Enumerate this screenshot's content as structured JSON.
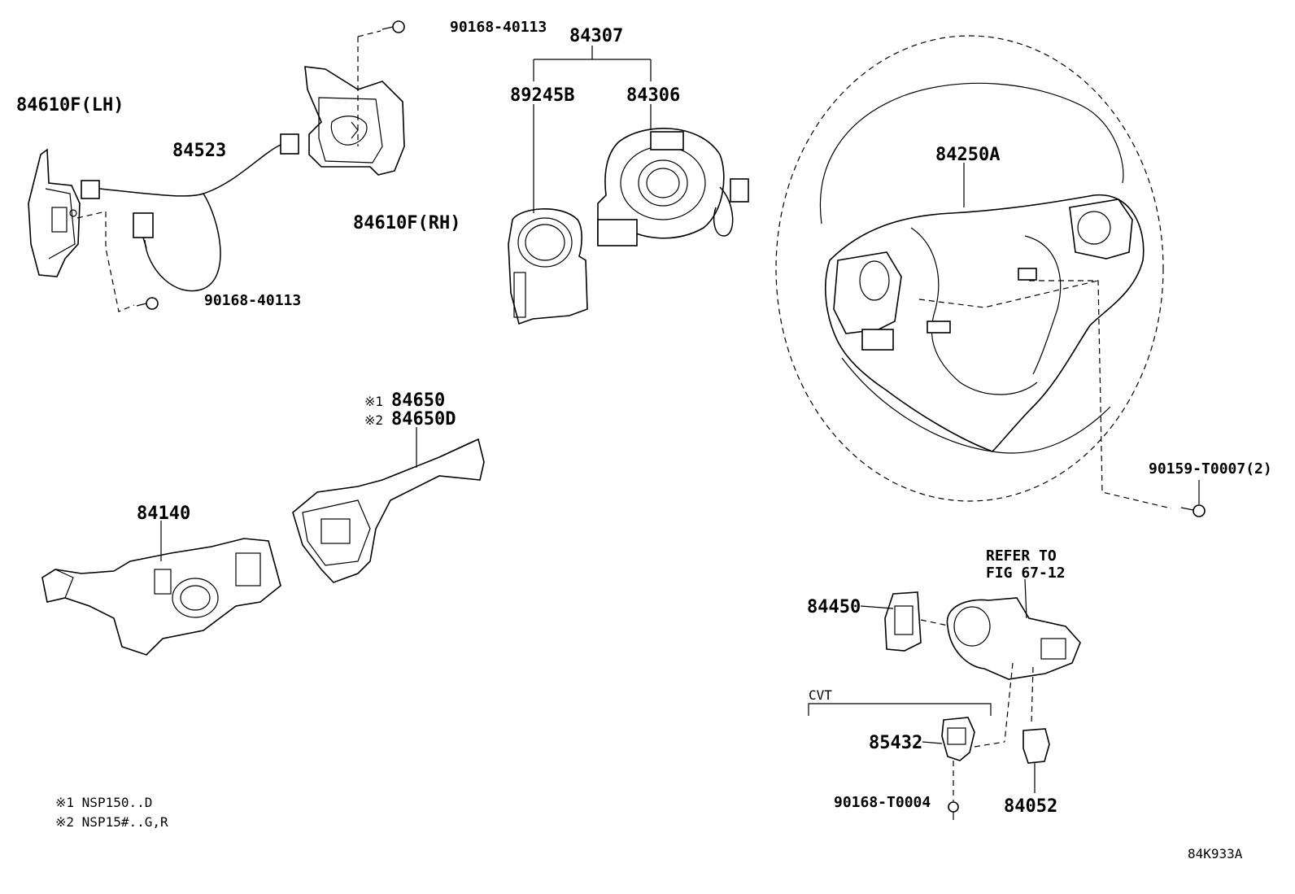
{
  "labels": {
    "lh_switch": "84610F(LH)",
    "rh_switch": "84610F(RH)",
    "wire_harness": "84523",
    "screw_top": "90168-40113",
    "screw_bottom": "90168-40113",
    "spiral_assy": "84307",
    "sensor": "89245B",
    "spiral_cable": "84306",
    "steering_pad": "84250A",
    "bolt_wheel": "90159-T0007(2)",
    "wiper_switch_1": "84650",
    "wiper_switch_2": "84650D",
    "combination_switch": "84140",
    "refer_line1": "REFER TO",
    "refer_line2": "FIG 67-12",
    "switch_84450": "84450",
    "cvt": "CVT",
    "switch_85432": "85432",
    "screw_t0004": "90168-T0004",
    "switch_84052": "84052",
    "mark1": "※1",
    "mark2": "※2"
  },
  "notes": {
    "note1": "※1 NSP150..D",
    "note2": "※2 NSP15#..G,R"
  },
  "figure_id": "84K933A"
}
